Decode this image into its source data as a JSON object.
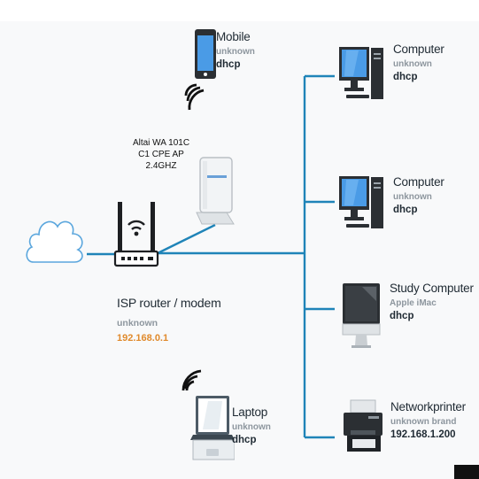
{
  "diagram": {
    "access_point": {
      "label_lines": [
        "Altai WA 101C",
        "C1 CPE AP",
        "2.4GHZ"
      ]
    },
    "router": {
      "title": "ISP router / modem",
      "subtitle": "unknown",
      "ip": "192.168.0.1"
    },
    "mobile": {
      "title": "Mobile",
      "subtitle": "unknown",
      "address": "dhcp"
    },
    "laptop": {
      "title": "Laptop",
      "subtitle": "unknown",
      "address": "dhcp"
    },
    "computer_1": {
      "title": "Computer",
      "subtitle": "unknown",
      "address": "dhcp"
    },
    "computer_2": {
      "title": "Computer",
      "subtitle": "unknown",
      "address": "dhcp"
    },
    "study_computer": {
      "title": "Study Computer",
      "subtitle": "Apple iMac",
      "address": "dhcp"
    },
    "printer": {
      "title": "Networkprinter",
      "subtitle": "unknown brand",
      "address": "192.168.1.200"
    }
  },
  "colors": {
    "link": "#1f84b8",
    "cloud": "#5aa6dd",
    "accent_ip": "#e08a2c",
    "monitor": "#4a9be6",
    "device_dark": "#2b2f33"
  },
  "icons": [
    "cloud-icon",
    "router-icon",
    "access-point-icon",
    "mobile-icon",
    "laptop-icon",
    "desktop-computer-icon",
    "imac-icon",
    "printer-icon",
    "wifi-signal-icon"
  ]
}
